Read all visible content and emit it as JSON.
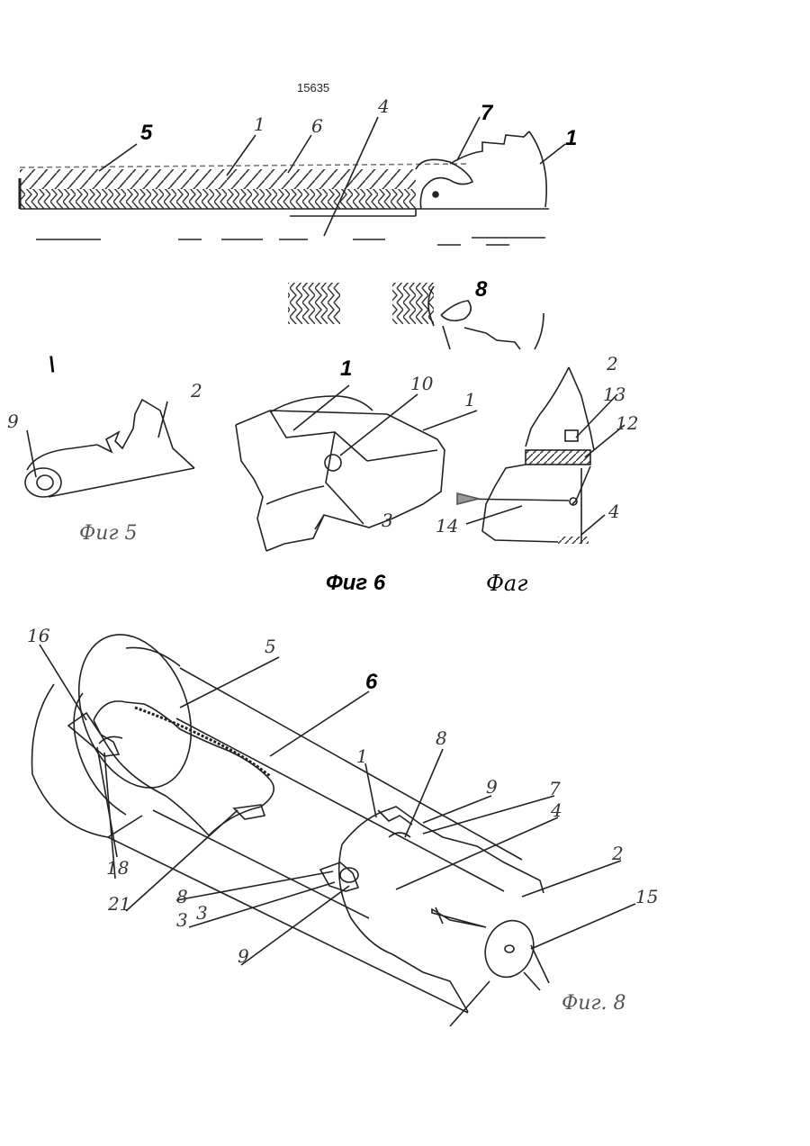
{
  "page_number": "15635",
  "fig4": {
    "labels": [
      "5",
      "1",
      "6",
      "4",
      "7",
      "1",
      "8"
    ],
    "mark": "\\"
  },
  "fig5": {
    "labels": [
      "2",
      "9"
    ],
    "caption": "Фиг 5"
  },
  "fig6": {
    "labels": [
      "1",
      "10",
      "1",
      "3"
    ],
    "caption": "Фиг 6"
  },
  "fig7": {
    "labels": [
      "2",
      "13",
      "12",
      "14",
      "4"
    ],
    "caption": "Фаг"
  },
  "fig8": {
    "labels": [
      "16",
      "5",
      "6",
      "8",
      "1",
      "9",
      "7",
      "4",
      "2",
      "15",
      "18",
      "21",
      "8",
      "3",
      "3",
      "9"
    ],
    "caption": "Фиг. 8"
  }
}
